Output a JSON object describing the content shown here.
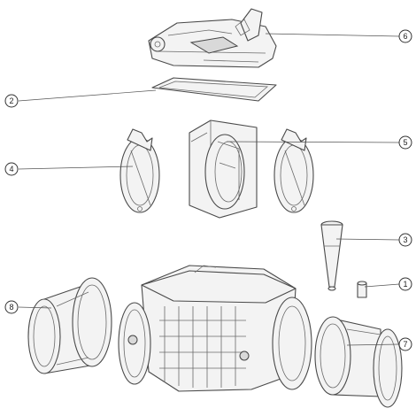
{
  "callouts": [
    {
      "number": "1",
      "part": "valve-insert"
    },
    {
      "number": "2",
      "part": "cover-gasket"
    },
    {
      "number": "3",
      "part": "tapered-plug"
    },
    {
      "number": "4",
      "part": "clamp-ring"
    },
    {
      "number": "5",
      "part": "flap-frame"
    },
    {
      "number": "6",
      "part": "lever-cover"
    },
    {
      "number": "7",
      "part": "outlet-adapter"
    },
    {
      "number": "8",
      "part": "inlet-adapter"
    }
  ],
  "colors": {
    "line": "#4a4a4a",
    "fill": "#f3f3f3",
    "shade": "#d9d9d9"
  }
}
